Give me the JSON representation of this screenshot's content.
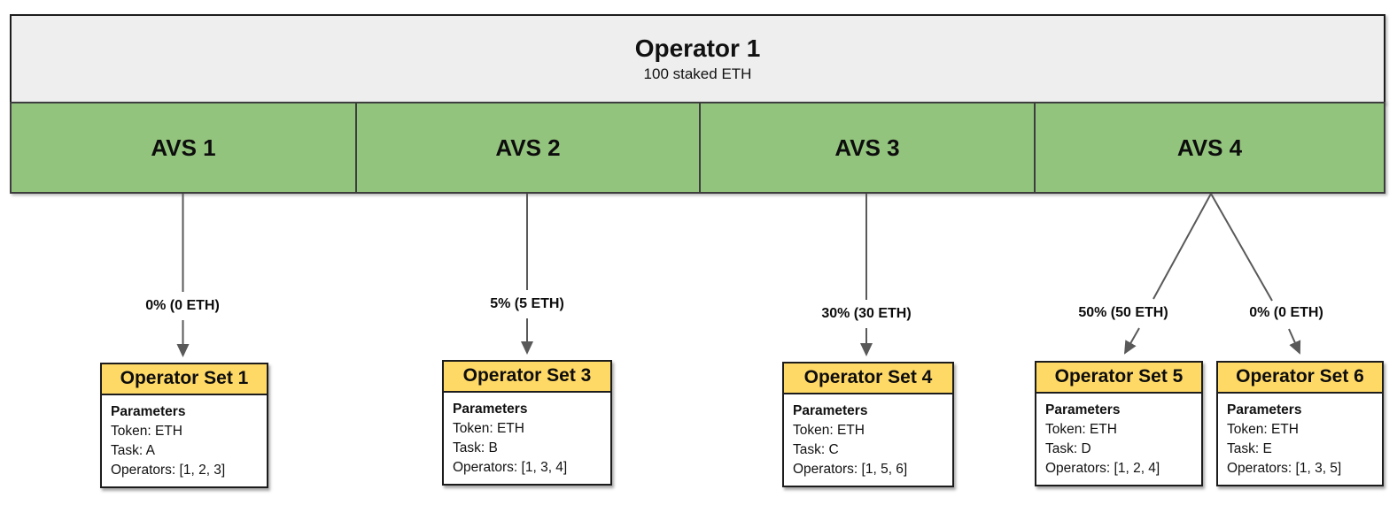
{
  "operator": {
    "name": "Operator 1",
    "stake": "100 staked ETH"
  },
  "avs_blocks": [
    {
      "label": "AVS 1"
    },
    {
      "label": "AVS 2"
    },
    {
      "label": "AVS 3"
    },
    {
      "label": "AVS 4"
    }
  ],
  "allocations": [
    {
      "label": "0% (0 ETH)",
      "from": "AVS 1",
      "to": "Operator Set 1"
    },
    {
      "label": "5% (5 ETH)",
      "from": "AVS 2",
      "to": "Operator Set 3"
    },
    {
      "label": "30% (30 ETH)",
      "from": "AVS 3",
      "to": "Operator Set 4"
    },
    {
      "label": "50% (50 ETH)",
      "from": "AVS 4",
      "to": "Operator Set 5"
    },
    {
      "label": "0% (0 ETH)",
      "from": "AVS 4",
      "to": "Operator Set 6"
    }
  ],
  "operator_sets": [
    {
      "title": "Operator Set 1",
      "params_heading": "Parameters",
      "lines": [
        "Token: ETH",
        "Task: A",
        "Operators: [1, 2, 3]"
      ]
    },
    {
      "title": "Operator Set 3",
      "params_heading": "Parameters",
      "lines": [
        "Token: ETH",
        "Task: B",
        "Operators: [1, 3, 4]"
      ]
    },
    {
      "title": "Operator Set 4",
      "params_heading": "Parameters",
      "lines": [
        "Token: ETH",
        "Task: C",
        "Operators: [1, 5, 6]"
      ]
    },
    {
      "title": "Operator Set 5",
      "params_heading": "Parameters",
      "lines": [
        "Token: ETH",
        "Task: D",
        "Operators: [1, 2, 4]"
      ]
    },
    {
      "title": "Operator Set 6",
      "params_heading": "Parameters",
      "lines": [
        "Token: ETH",
        "Task: E",
        "Operators: [1, 3, 5]"
      ]
    }
  ],
  "colors": {
    "operator_fill": "#eeeeee",
    "avs_fill": "#93c47d",
    "set_header_fill": "#ffd966",
    "border_dark": "#1c1c1c",
    "arrow_gray": "#595959"
  }
}
